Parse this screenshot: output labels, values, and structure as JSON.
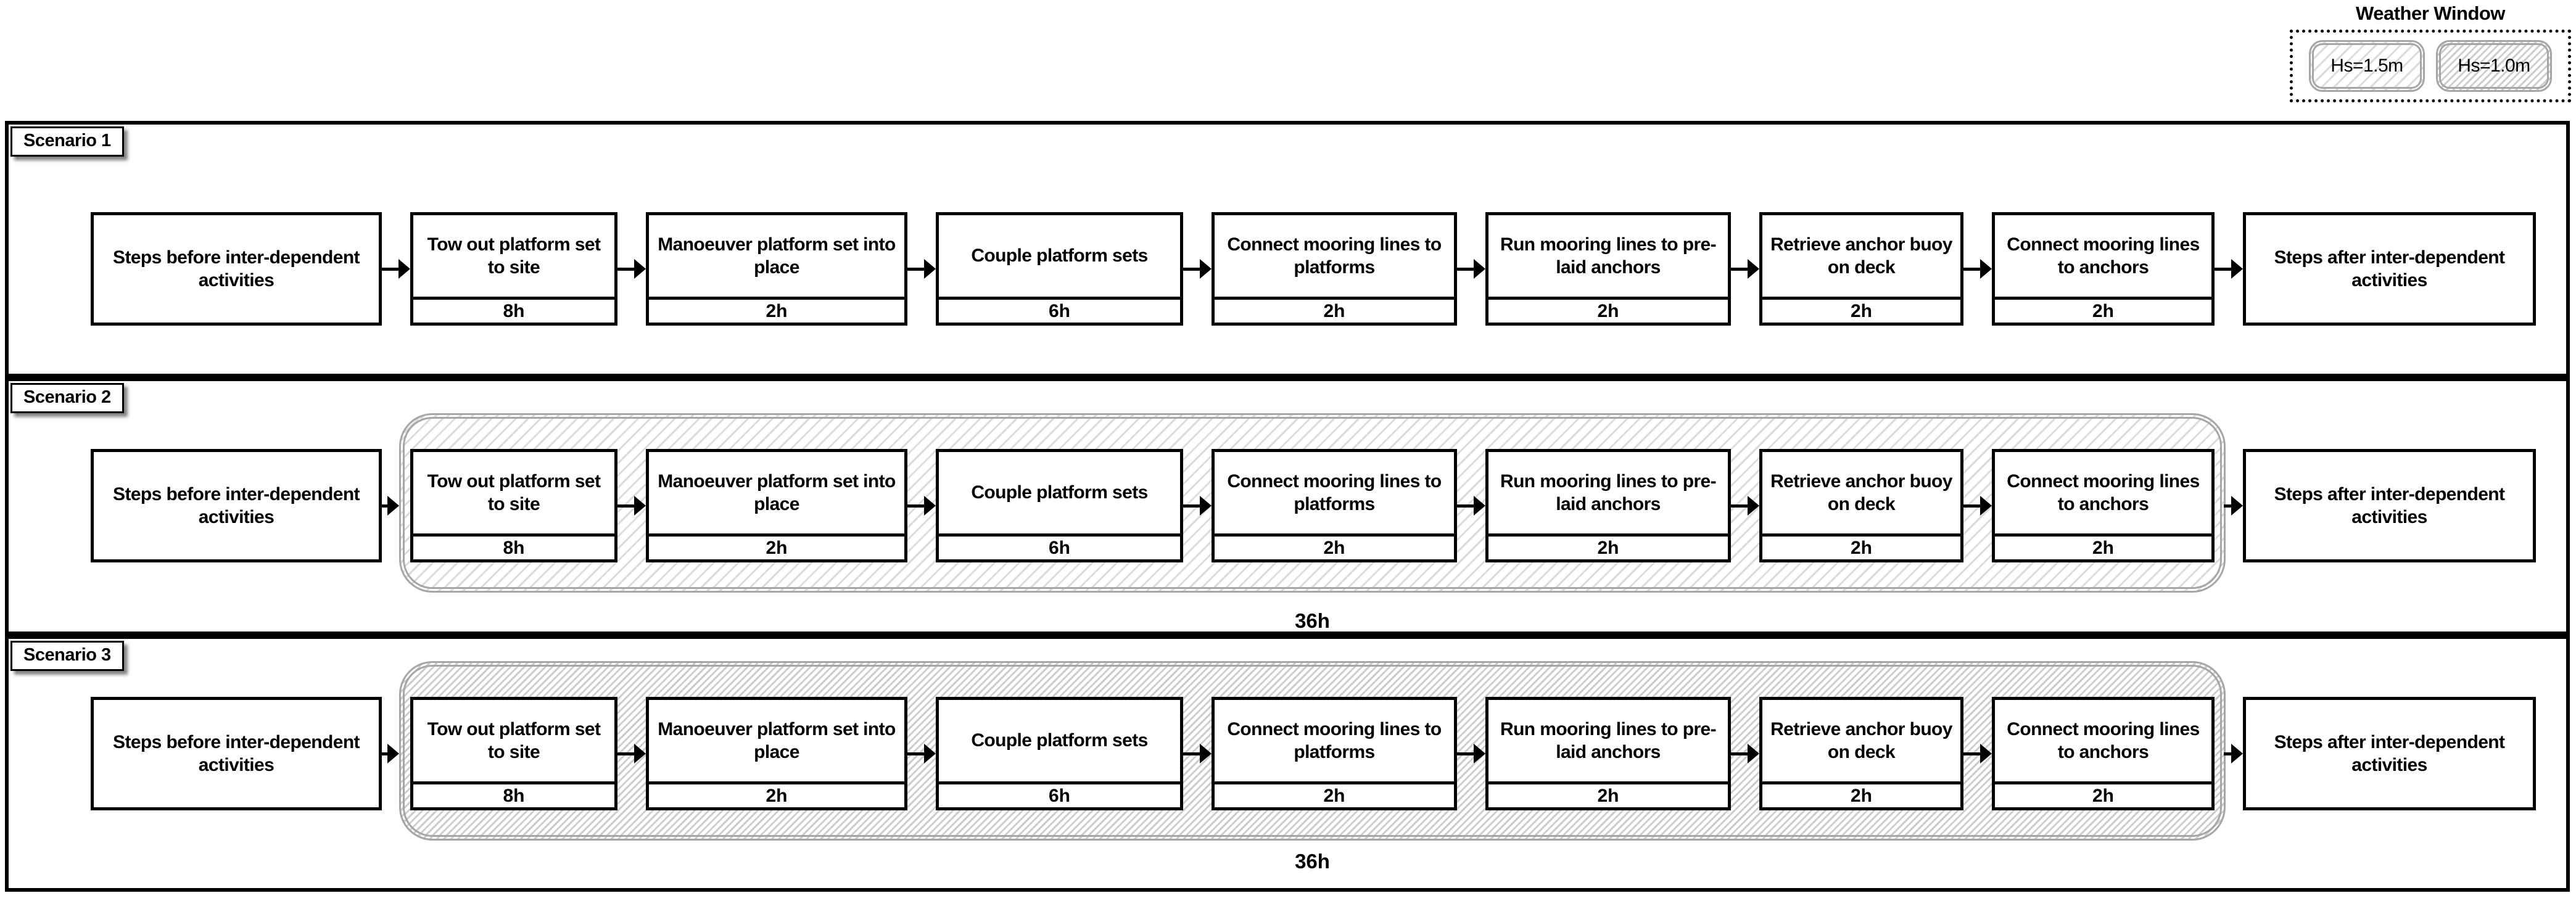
{
  "legend": {
    "title": "Weather Window",
    "items": [
      {
        "label": "Hs=1.5m",
        "hatch": "light"
      },
      {
        "label": "Hs=1.0m",
        "hatch": "dense"
      }
    ]
  },
  "activities": [
    {
      "label": "Steps before inter-dependent activities",
      "duration": ""
    },
    {
      "label": "Tow out platform set to site",
      "duration": "8h"
    },
    {
      "label": "Manoeuver platform set into place",
      "duration": "2h"
    },
    {
      "label": "Couple platform sets",
      "duration": "6h"
    },
    {
      "label": "Connect mooring lines to platforms",
      "duration": "2h"
    },
    {
      "label": "Run mooring lines to pre-laid anchors",
      "duration": "2h"
    },
    {
      "label": "Retrieve anchor buoy on deck",
      "duration": "2h"
    },
    {
      "label": "Connect mooring lines to anchors",
      "duration": "2h"
    },
    {
      "label": "Steps after inter-dependent activities",
      "duration": ""
    }
  ],
  "scenarios": [
    {
      "label": "Scenario 1",
      "weather_window": null
    },
    {
      "label": "Scenario 2",
      "weather_window": {
        "hatch": "light",
        "hs": "Hs=1.5m",
        "duration_label": "36h"
      }
    },
    {
      "label": "Scenario 3",
      "weather_window": {
        "hatch": "dense",
        "hs": "Hs=1.0m",
        "duration_label": "36h"
      }
    }
  ]
}
